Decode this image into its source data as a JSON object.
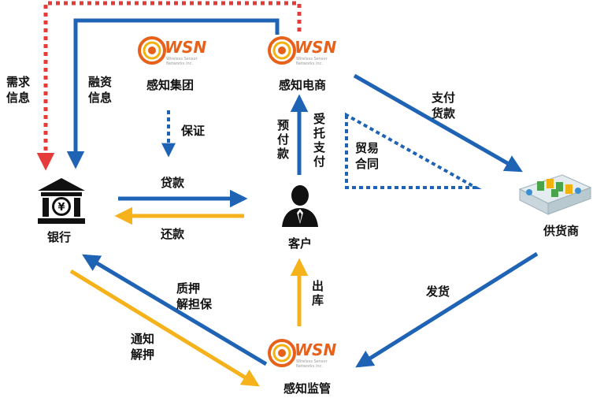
{
  "nodes": {
    "bank": "银行",
    "group": "感知集团",
    "ecommerce": "感知电商",
    "customer": "客户",
    "supplier": "供货商",
    "supervision": "感知监管"
  },
  "logo": {
    "text": "WSN",
    "subtext": "Wireless Sensor Networks Inc."
  },
  "edges": {
    "demand_info": "需求\n信息",
    "financing_info": "融资\n信息",
    "guarantee": "保证",
    "loan": "贷款",
    "repayment": "还款",
    "prepay": "预\n付\n款",
    "entrusted_pay": "受\n托\n支\n付",
    "trade_contract": "贸易\n合同",
    "pay_goods": "支付\n货款",
    "pledge_release": "质押\n解担保",
    "notify_release": "通知\n解押",
    "out_warehouse": "出\n库",
    "ship": "发货"
  },
  "colors": {
    "blue": "#1f63b5",
    "red": "#e63b3b",
    "yellow": "#f5b21b",
    "logo_orange": "#e8611a",
    "logo_gold": "#f2b10d"
  }
}
